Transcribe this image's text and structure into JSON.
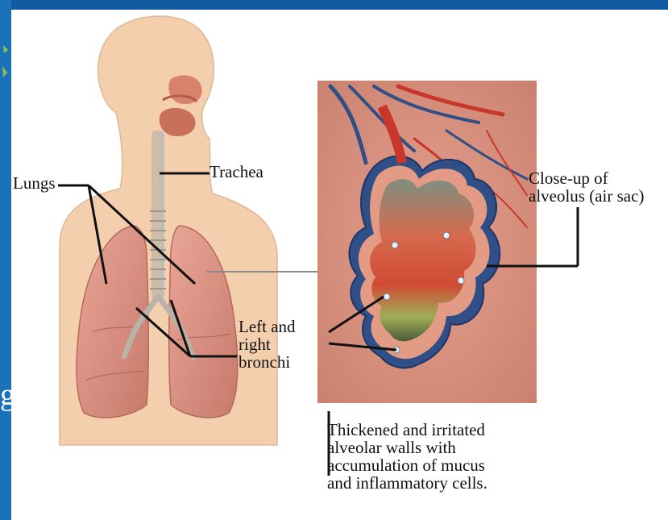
{
  "labels": {
    "lungs": "Lungs",
    "trachea": "Trachea",
    "bronchi": "Left and\nright\nbronchi",
    "closeup": "Close-up of\nalveolus (air sac)",
    "walls": "Thickened and irritated\nalveolar walls with\naccumulation of mucus\nand inflammatory cells."
  },
  "background_fragment": "g.",
  "colors": {
    "slide_blue": "#1a72b8",
    "body_skin": "#f2caa6",
    "lung_pink": "#e0978a",
    "tissue": "#d99684",
    "airway_red": "#c8382a",
    "vein_blue": "#2f4f86",
    "mucus_green": "#8aa04a"
  },
  "icons": {
    "corner_mark": "leaf-fragment-icon"
  }
}
